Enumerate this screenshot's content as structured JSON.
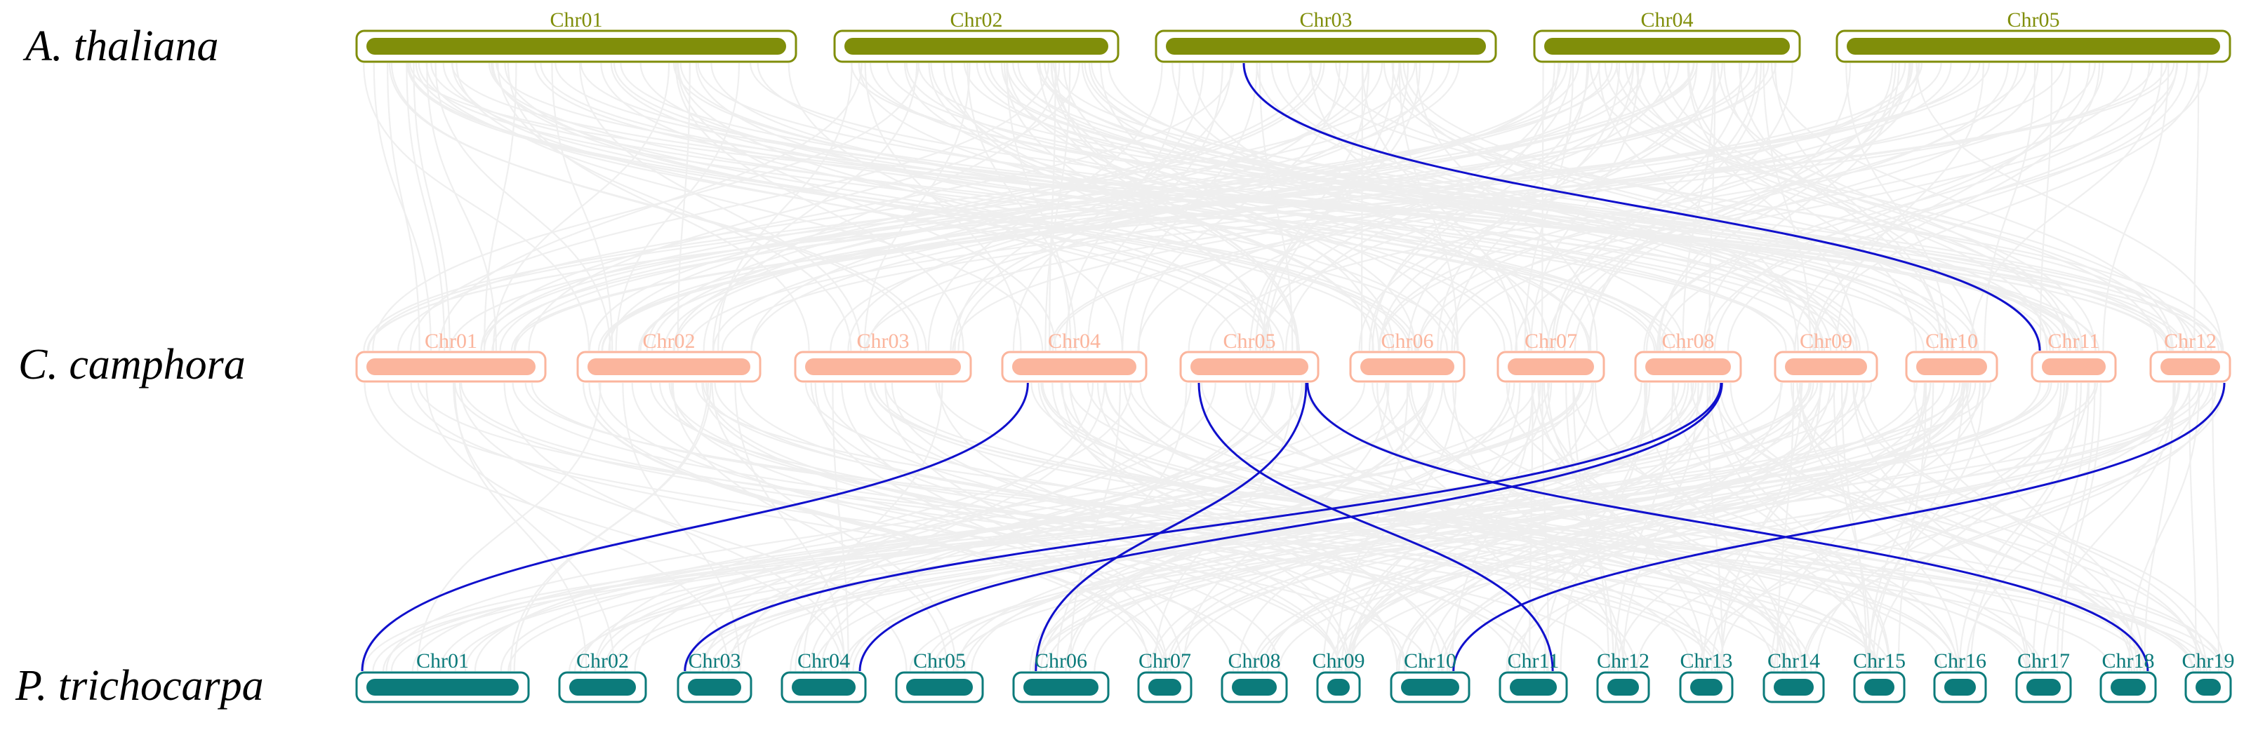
{
  "genomes": [
    {
      "key": "at",
      "name": "A. thaliana",
      "color": "#808e0a",
      "chromosomes": [
        "Chr01",
        "Chr02",
        "Chr03",
        "Chr04",
        "Chr05"
      ]
    },
    {
      "key": "cc",
      "name": "C. camphora",
      "color": "#fbb59d",
      "chromosomes": [
        "Chr01",
        "Chr02",
        "Chr03",
        "Chr04",
        "Chr05",
        "Chr06",
        "Chr07",
        "Chr08",
        "Chr09",
        "Chr10",
        "Chr11",
        "Chr12"
      ]
    },
    {
      "key": "pt",
      "name": "P. trichocarpa",
      "color": "#0c7b7b",
      "chromosomes": [
        "Chr01",
        "Chr02",
        "Chr03",
        "Chr04",
        "Chr05",
        "Chr06",
        "Chr07",
        "Chr08",
        "Chr09",
        "Chr10",
        "Chr11",
        "Chr12",
        "Chr13",
        "Chr14",
        "Chr15",
        "Chr16",
        "Chr17",
        "Chr18",
        "Chr19"
      ]
    }
  ],
  "colors": {
    "background_links": "#efefef",
    "highlight_links": "#1010cc"
  },
  "highlight_links": [
    {
      "from": [
        "at",
        "Chr03",
        0.25
      ],
      "to": [
        "cc",
        "Chr11",
        0.03
      ]
    },
    {
      "from": [
        "cc",
        "Chr04",
        0.15
      ],
      "to": [
        "pt",
        "Chr01",
        0.0
      ]
    },
    {
      "from": [
        "cc",
        "Chr05",
        0.1
      ],
      "to": [
        "pt",
        "Chr11",
        0.85
      ]
    },
    {
      "from": [
        "cc",
        "Chr05",
        0.95
      ],
      "to": [
        "pt",
        "Chr06",
        0.2
      ]
    },
    {
      "from": [
        "cc",
        "Chr05",
        0.96
      ],
      "to": [
        "pt",
        "Chr18",
        0.95
      ]
    },
    {
      "from": [
        "cc",
        "Chr08",
        0.85
      ],
      "to": [
        "pt",
        "Chr03",
        0.02
      ]
    },
    {
      "from": [
        "cc",
        "Chr08",
        0.86
      ],
      "to": [
        "pt",
        "Chr04",
        1.0
      ]
    },
    {
      "from": [
        "cc",
        "Chr12",
        1.0
      ],
      "to": [
        "pt",
        "Chr10",
        0.85
      ]
    }
  ]
}
